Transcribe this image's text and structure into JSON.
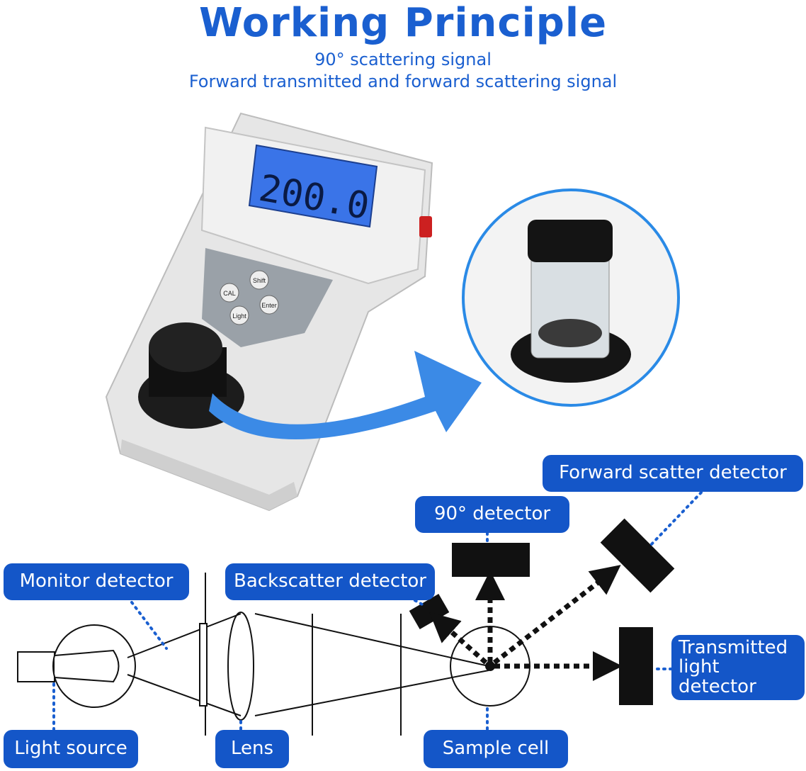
{
  "title": "Working Principle",
  "subtitle_lines": [
    "90° scattering signal",
    "Forward transmitted and forward scattering signal"
  ],
  "device": {
    "display_value": "200.0",
    "buttons": [
      "CAL",
      "Shift",
      "Enter",
      "Light"
    ]
  },
  "labels": {
    "forward_scatter": "Forward scatter detector",
    "ninety": "90° detector",
    "monitor": "Monitor detector",
    "backscatter": "Backscatter detector",
    "transmitted_line1": "Transmitted",
    "transmitted_line2": "light detector",
    "light_source": "Light source",
    "lens": "Lens",
    "sample_cell": "Sample cell"
  },
  "colors": {
    "accent": "#1a5fd0",
    "label_bg": "#1456c8",
    "arrow_blue": "#3b8ae6",
    "lcd_bg": "#3a74e8"
  }
}
